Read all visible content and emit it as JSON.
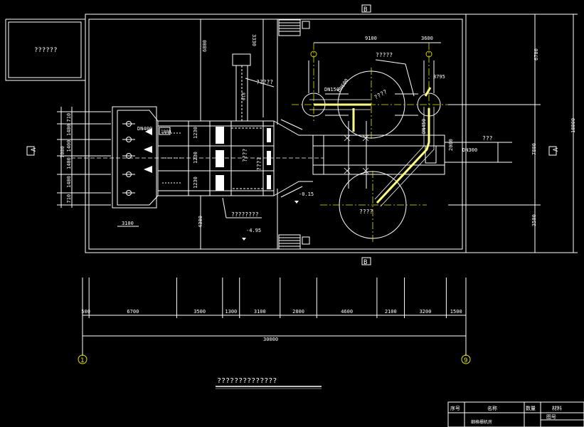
{
  "colors": {
    "background": "#000000",
    "line": "#ffffff",
    "pipe": "#ffff80",
    "centerline": "#e8e800",
    "circle": "#ffff40",
    "marker": "#cfcf00"
  },
  "labels": {
    "top_section_mark": "B",
    "bottom_section_mark": "B",
    "left_section_mark": "A",
    "right_section_mark": "A",
    "room_label": "??????",
    "pipe_dn150": "DN150",
    "pipe_dn400": "DN400",
    "pipe_dn300": "DN300",
    "pipe_dn600": "DN600",
    "tag_top_mid": "?????",
    "tag_upper": "?????",
    "tag_right": "???",
    "tag_bottom": "????????",
    "tank_upper_label": "????",
    "tank_lower_label": "????",
    "tank_right_label": "DN450",
    "level_1": "-4.95",
    "level_2": "-0.15",
    "screen_label_1": "????",
    "screen_label_2": "????",
    "drawing_title": "??????????????",
    "axis_start": "1",
    "axis_end": "9",
    "dim_1230_a": "1230",
    "dim_1230_b": "1230",
    "dim_1230_c": "1230",
    "dim_1800": "1800",
    "dim_3330": "3330",
    "dim_6800": "6800",
    "dim_4300": "4300",
    "dim_3100_left": "3100",
    "dim_810": "810",
    "dim_9100": "9100",
    "dim_3600": "3600",
    "dim_3795": "3795",
    "dim_2000": "2000",
    "dim_7800_right": "7800",
    "dim_6700_right": "6700",
    "dim_3500_right": "3500",
    "dim_18000": "18000"
  },
  "left_dims": {
    "segments": [
      "710",
      "1400",
      "1400",
      "1400",
      "1400",
      "710"
    ],
    "total": "7000"
  },
  "bottom_dims": {
    "segments": [
      "500",
      "6700",
      "3500",
      "1300",
      "3100",
      "2800",
      "4600",
      "2100",
      "3200",
      "1500"
    ],
    "total": "30000"
  },
  "title_block": {
    "col_1": "序号",
    "col_2": "名称",
    "col_3": "数量",
    "col_4": "材料",
    "drawing_name": "细格栅机房",
    "drawing_no_label": "图号"
  }
}
